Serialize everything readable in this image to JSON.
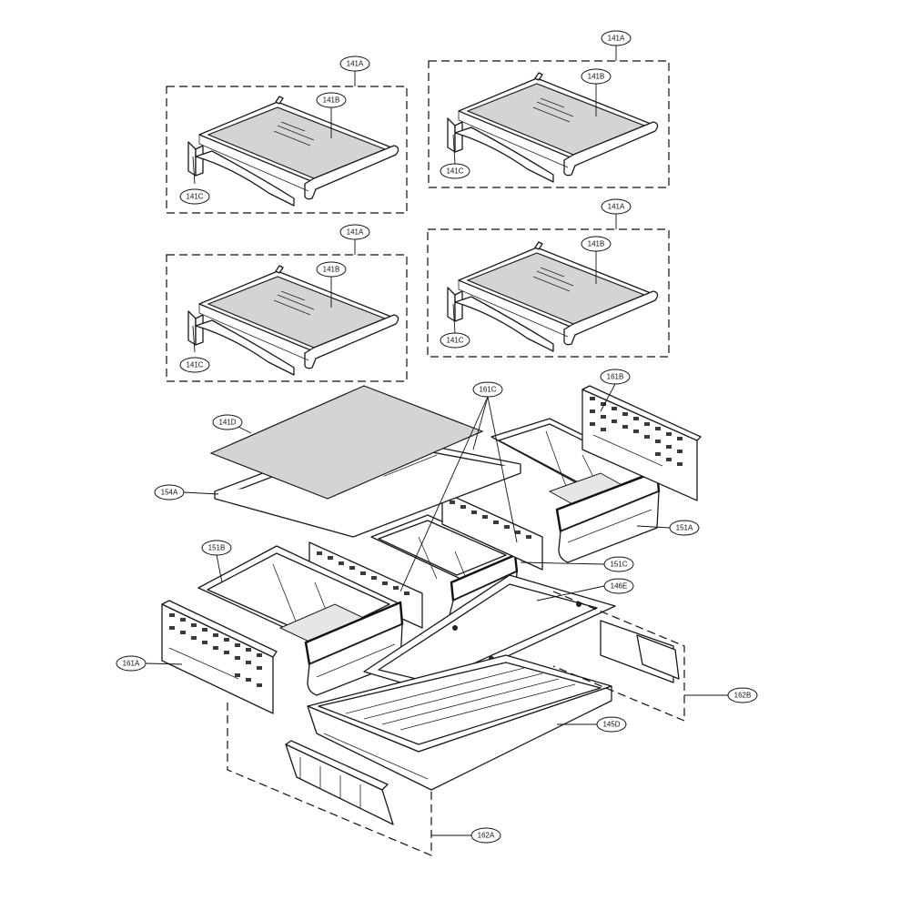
{
  "labels": {
    "shelf_1_141A": "141A",
    "shelf_1_141B": "141B",
    "shelf_1_141C": "141C",
    "shelf_2_141A": "141A",
    "shelf_2_141B": "141B",
    "shelf_2_141C": "141C",
    "shelf_3_141A": "141A",
    "shelf_3_141B": "141B",
    "shelf_3_141C": "141C",
    "shelf_4_141A": "141A",
    "shelf_4_141B": "141B",
    "shelf_4_141C": "141C",
    "p141D": "141D",
    "p154A": "154A",
    "p161C": "161C",
    "p161B": "161B",
    "p151A": "151A",
    "p151B": "151B",
    "p151C": "151C",
    "p146E": "146E",
    "p161A": "161A",
    "p162B": "162B",
    "p145D": "145D",
    "p162A": "162A"
  },
  "colors": {
    "line": "#1a1a1a",
    "glass": "#d4d4d4",
    "background": "#ffffff"
  }
}
